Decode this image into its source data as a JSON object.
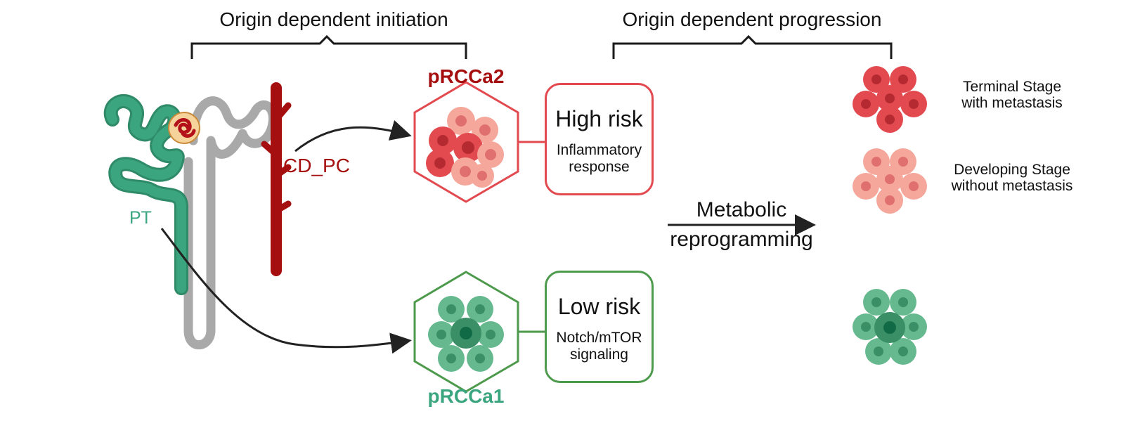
{
  "header": {
    "initiation": "Origin dependent initiation",
    "progression": "Origin dependent progression"
  },
  "nephron": {
    "pt_label": "PT",
    "cd_label": "CD_PC"
  },
  "subtypes": {
    "high": {
      "name": "pRCCa2",
      "risk": "High risk",
      "feature_line1": "Inflammatory",
      "feature_line2": "response"
    },
    "low": {
      "name": "pRCCa1",
      "risk": "Low risk",
      "feature_line1": "Notch/mTOR",
      "feature_line2": "signaling"
    }
  },
  "transition": {
    "line1": "Metabolic",
    "line2": "reprogramming"
  },
  "stages": {
    "terminal_line1": "Terminal Stage",
    "terminal_line2": "with metastasis",
    "developing_line1": "Developing Stage",
    "developing_line2": "without metastasis"
  },
  "colors": {
    "red_dark": "#a50f0f",
    "red": "#e24a50",
    "red_light": "#f2a093",
    "green": "#3aa57f",
    "green_dark": "#4d9a4c",
    "gray": "#a9a9a9"
  }
}
